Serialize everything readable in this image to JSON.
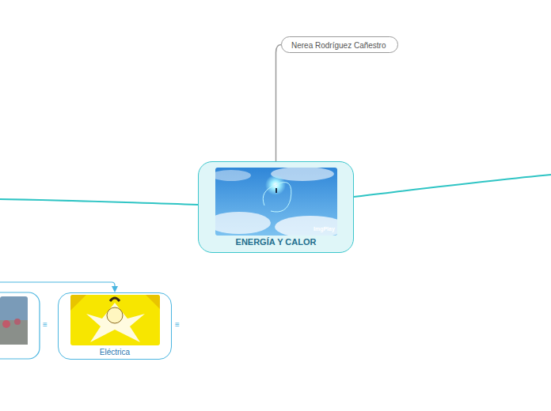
{
  "diagram": {
    "nodes": [
      {
        "text": [
          "ENERGÍA Y CALOR"
        ]
      },
      {
        "text": [
          "Nerea Rodríguez Cañestro"
        ]
      },
      {
        "text": [
          "Eléctrica"
        ]
      }
    ],
    "edges": [
      {
        "from": 0,
        "to": 1,
        "arrow": "none"
      }
    ],
    "labels": [
      "ImgPlay",
      "≡",
      "≡"
    ]
  }
}
